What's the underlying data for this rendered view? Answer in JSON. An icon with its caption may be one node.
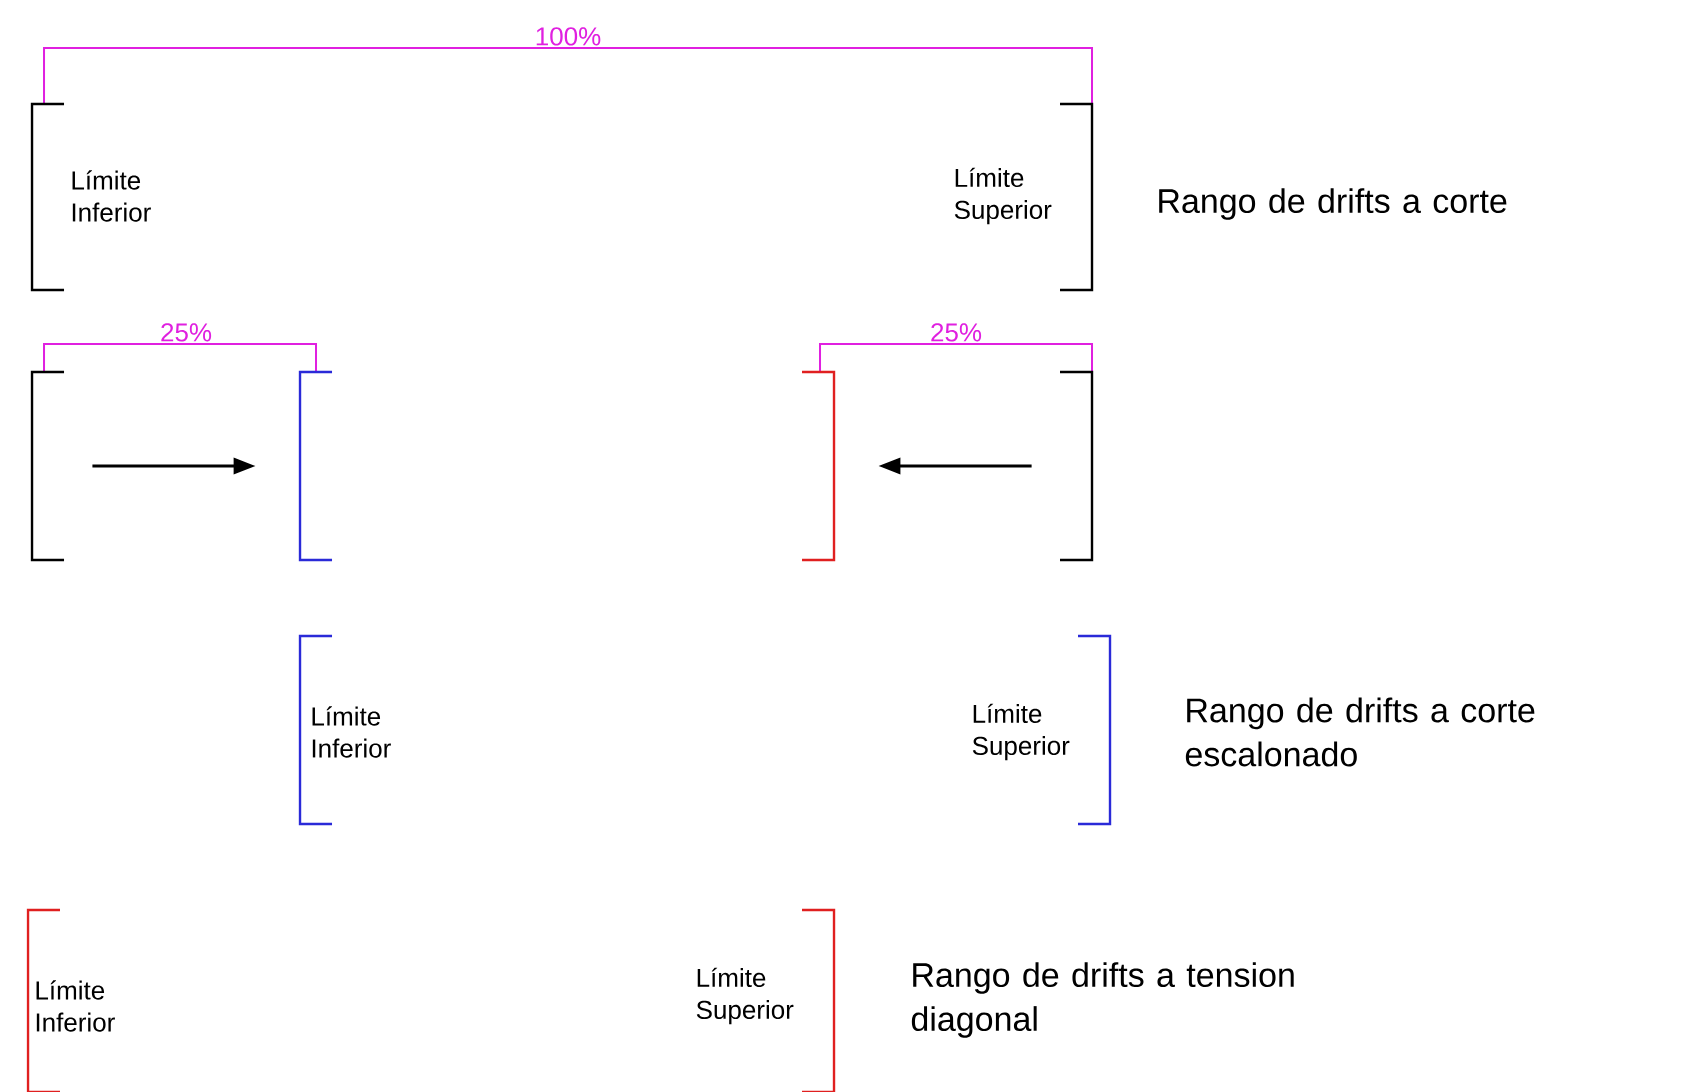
{
  "diagram": {
    "nodes": [
      {
        "text": [
          "Límite Inferior"
        ]
      },
      {
        "text": [
          "Límite Superior"
        ]
      },
      {
        "text": [],
        "shape": "bracket"
      },
      {
        "text": [],
        "shape": "bracket"
      },
      {
        "text": [],
        "shape": "bracket"
      },
      {
        "text": [],
        "shape": "bracket"
      },
      {
        "text": [
          "Límite Inferior"
        ]
      },
      {
        "text": [
          "Límite Superior"
        ]
      },
      {
        "text": [
          "Límite Inferior"
        ]
      },
      {
        "text": [
          "Límite Superior"
        ]
      }
    ],
    "edges": [
      {
        "from": 2,
        "to": 3,
        "arrow": "to"
      },
      {
        "from": 5,
        "to": 4,
        "arrow": "to"
      }
    ],
    "labels": [
      "100%",
      "Rango de drifts a corte",
      "25%",
      "25%",
      "Rango de drifts a corte escalonado",
      "Rango de drifts a tension diagonal"
    ]
  }
}
